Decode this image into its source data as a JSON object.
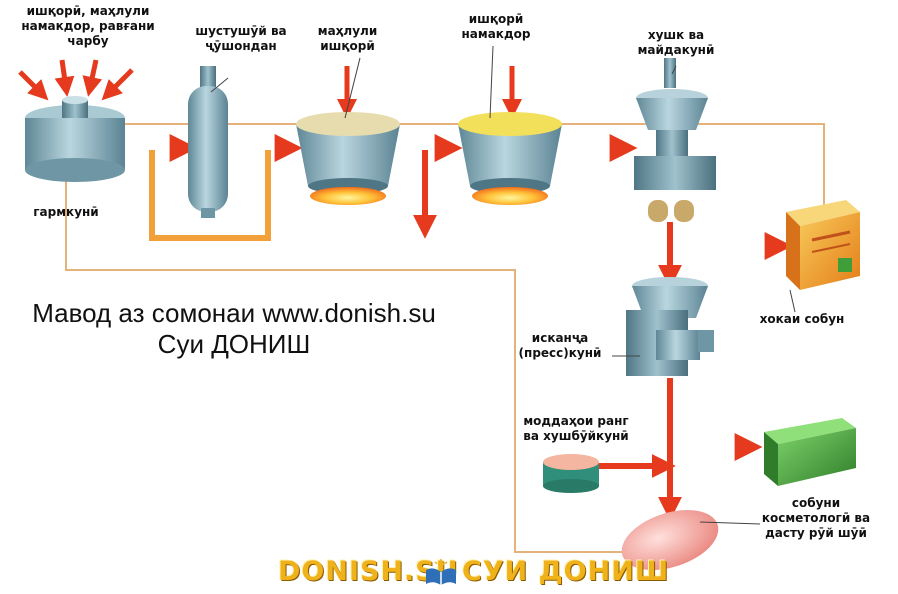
{
  "labels": {
    "ingredients": "ишқорӣ, маҳлули\nнамакдор, равғани\nчарбу",
    "washing": "шустушӯй ва\nҷӯшондан",
    "alkali_solution": "маҳлули\nишқорӣ",
    "salt_alkali": "ишқорӣ\nнамакдор",
    "drying": "хушк ва\nмайдакунӣ",
    "heating": "гармкунӣ",
    "soap_powder": "хокаи собун",
    "pressing": "исканҷа\n(пресс)кунӣ",
    "dyes": "моддаҳои ранг\nва хушбӯйкунӣ",
    "cosmetic_soap": "собуни\nкосметологӣ ва\nдасту рӯй шӯӣ"
  },
  "watermark": "Мавод аз сомонаи www.donish.su\nСуи ДОНИШ",
  "logo": {
    "left": "DONISH.SU",
    "right": "СУИ ДОНИШ"
  },
  "colors": {
    "arrow_red": "#e63a1e",
    "pipe_orange": "#f2a13a",
    "pipe_outline": "#e0b07a",
    "machine_blue": "#8fb6c4",
    "green_soap": "#3f9d3a",
    "pink_soap": "#f08f8a",
    "logo_gold": "#f0b21a"
  }
}
